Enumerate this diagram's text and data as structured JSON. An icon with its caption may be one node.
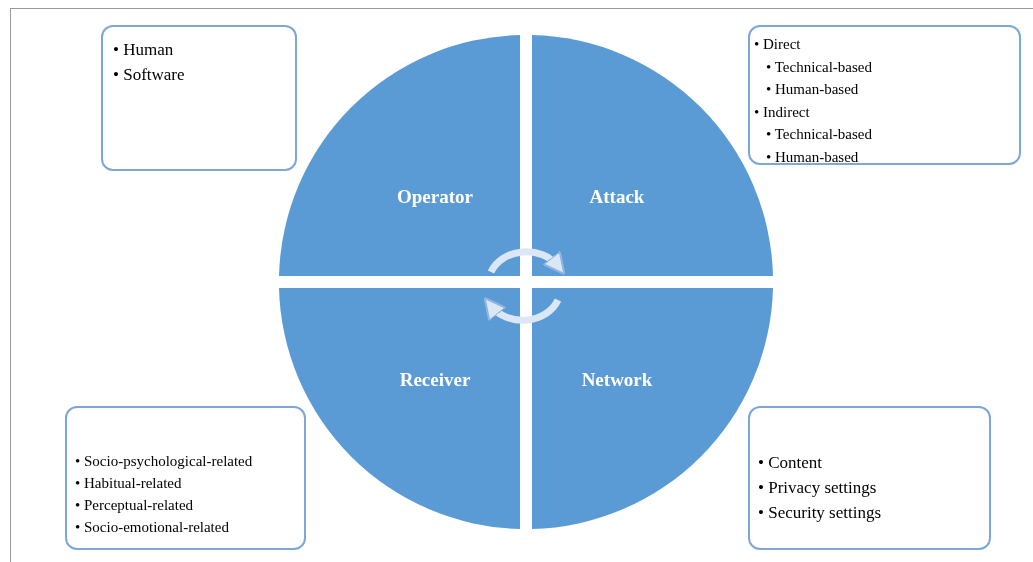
{
  "diagram": {
    "nodes": [
      {
        "text": [
          "Operator"
        ]
      },
      {
        "text": [
          "Attack"
        ]
      },
      {
        "text": [
          "Receiver"
        ]
      },
      {
        "text": [
          "Network"
        ]
      },
      {
        "text": [
          "• Human",
          "• Software"
        ]
      },
      {
        "text": [
          "• Direct",
          "• Technical-based",
          "• Human-based",
          "• Indirect",
          "• Technical-based",
          "• Human-based"
        ]
      },
      {
        "text": [
          "• Socio-psychological-related",
          "• Habitual-related",
          "• Perceptual-related",
          "• Socio-emotional-related"
        ]
      },
      {
        "text": [
          "• Content",
          "• Privacy settings",
          "• Security settings"
        ]
      }
    ],
    "edges": [
      {
        "from": 0,
        "to": 1,
        "arrow": "to"
      },
      {
        "from": 3,
        "to": 2,
        "arrow": "to"
      }
    ]
  }
}
